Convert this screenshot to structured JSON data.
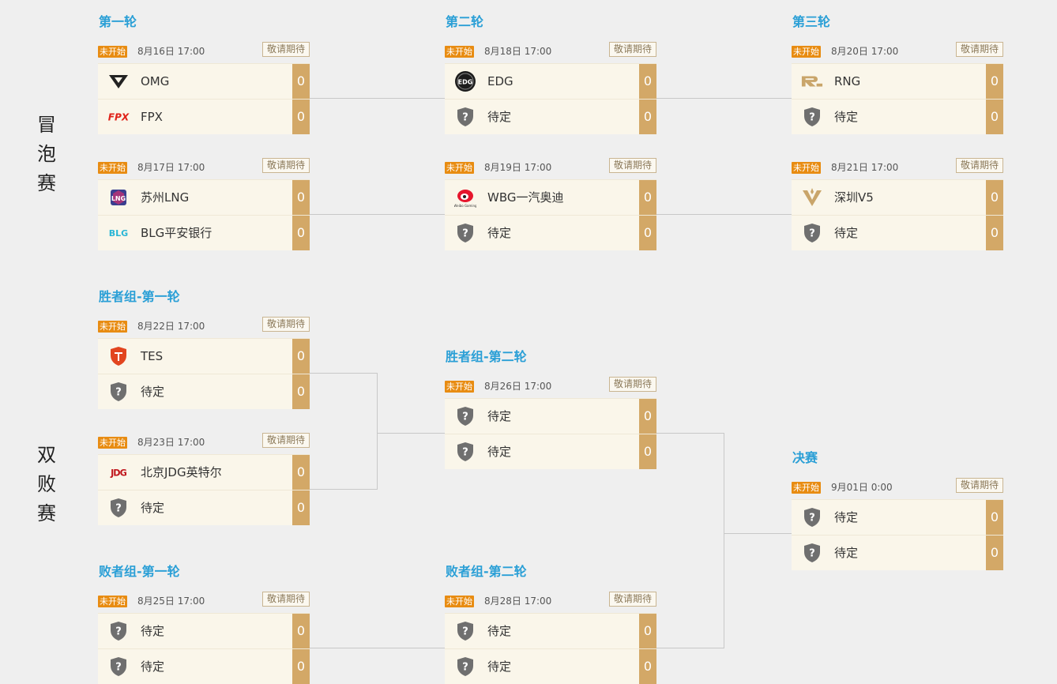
{
  "sections": {
    "bubble": "冒\n泡\n赛",
    "double": "双\n败\n赛"
  },
  "status_label": "未开始",
  "remind_label": "敬请期待",
  "colors": {
    "title": "#2a9fd6",
    "status": "#e88c12",
    "score": "#d3a867",
    "row": "#faf6ea"
  },
  "matches": [
    {
      "title": "第一轮",
      "date": "8月16日 17:00",
      "teams": [
        {
          "name": "OMG",
          "score": "0",
          "icon": "omg-logo-icon"
        },
        {
          "name": "FPX",
          "score": "0",
          "icon": "fpx-logo-icon"
        }
      ]
    },
    {
      "title": "",
      "date": "8月17日 17:00",
      "teams": [
        {
          "name": "苏州LNG",
          "score": "0",
          "icon": "lng-logo-icon"
        },
        {
          "name": "BLG平安银行",
          "score": "0",
          "icon": "blg-logo-icon"
        }
      ]
    },
    {
      "title": "第二轮",
      "date": "8月18日 17:00",
      "teams": [
        {
          "name": "EDG",
          "score": "0",
          "icon": "edg-logo-icon"
        },
        {
          "name": "待定",
          "score": "0",
          "icon": "tbd-shield-icon"
        }
      ]
    },
    {
      "title": "",
      "date": "8月19日 17:00",
      "teams": [
        {
          "name": "WBG一汽奥迪",
          "score": "0",
          "icon": "wbg-logo-icon"
        },
        {
          "name": "待定",
          "score": "0",
          "icon": "tbd-shield-icon"
        }
      ]
    },
    {
      "title": "第三轮",
      "date": "8月20日 17:00",
      "teams": [
        {
          "name": "RNG",
          "score": "0",
          "icon": "rng-logo-icon"
        },
        {
          "name": "待定",
          "score": "0",
          "icon": "tbd-shield-icon"
        }
      ]
    },
    {
      "title": "",
      "date": "8月21日 17:00",
      "teams": [
        {
          "name": "深圳V5",
          "score": "0",
          "icon": "v5-logo-icon"
        },
        {
          "name": "待定",
          "score": "0",
          "icon": "tbd-shield-icon"
        }
      ]
    },
    {
      "title": "胜者组-第一轮",
      "date": "8月22日 17:00",
      "teams": [
        {
          "name": "TES",
          "score": "0",
          "icon": "tes-logo-icon"
        },
        {
          "name": "待定",
          "score": "0",
          "icon": "tbd-shield-icon"
        }
      ]
    },
    {
      "title": "",
      "date": "8月23日 17:00",
      "teams": [
        {
          "name": "北京JDG英特尔",
          "score": "0",
          "icon": "jdg-logo-icon"
        },
        {
          "name": "待定",
          "score": "0",
          "icon": "tbd-shield-icon"
        }
      ]
    },
    {
      "title": "胜者组-第二轮",
      "date": "8月26日 17:00",
      "teams": [
        {
          "name": "待定",
          "score": "0",
          "icon": "tbd-shield-icon"
        },
        {
          "name": "待定",
          "score": "0",
          "icon": "tbd-shield-icon"
        }
      ]
    },
    {
      "title": "决赛",
      "date": "9月01日 0:00",
      "teams": [
        {
          "name": "待定",
          "score": "0",
          "icon": "tbd-shield-icon"
        },
        {
          "name": "待定",
          "score": "0",
          "icon": "tbd-shield-icon"
        }
      ]
    },
    {
      "title": "败者组-第一轮",
      "date": "8月25日 17:00",
      "teams": [
        {
          "name": "待定",
          "score": "0",
          "icon": "tbd-shield-icon"
        },
        {
          "name": "待定",
          "score": "0",
          "icon": "tbd-shield-icon"
        }
      ]
    },
    {
      "title": "败者组-第二轮",
      "date": "8月28日 17:00",
      "teams": [
        {
          "name": "待定",
          "score": "0",
          "icon": "tbd-shield-icon"
        },
        {
          "name": "待定",
          "score": "0",
          "icon": "tbd-shield-icon"
        }
      ]
    }
  ]
}
